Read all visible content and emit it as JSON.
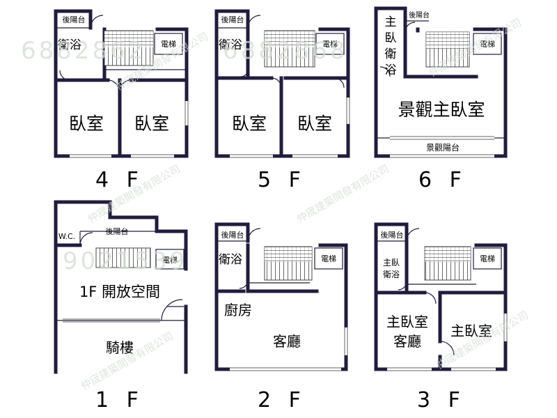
{
  "colors": {
    "wall": "#221c3c",
    "text": "#111111",
    "watermark": "#d3dcd3"
  },
  "watermark": {
    "company": "仲宬建築開發有限公司",
    "numbers": [
      "6882862",
      "6882868",
      "9021539"
    ]
  },
  "floors": {
    "f4": {
      "label": "4 F",
      "rooms": {
        "back_balcony": "後陽台",
        "bath": "衛浴",
        "elevator": "電梯",
        "bedroom_left": "臥室",
        "bedroom_right": "臥室"
      }
    },
    "f5": {
      "label": "5 F",
      "rooms": {
        "back_balcony": "後陽台",
        "bath": "衛浴",
        "elevator": "電梯",
        "bedroom_left": "臥室",
        "bedroom_right": "臥室"
      }
    },
    "f6": {
      "label": "6 F",
      "rooms": {
        "master_bath": "主臥衛浴",
        "back_balcony": "後陽台",
        "elevator": "電梯",
        "master_bedroom": "景觀主臥室",
        "view_balcony": "景觀陽台"
      }
    },
    "f1": {
      "label": "1 F",
      "rooms": {
        "wc": "W.C.",
        "back_balcony": "後陽台",
        "elevator": "電梯",
        "open_space": "1F 開放空間",
        "arcade": "騎樓"
      }
    },
    "f2": {
      "label": "2 F",
      "rooms": {
        "back_balcony": "後陽台",
        "bath": "衛浴",
        "elevator": "電梯",
        "kitchen": "廚房",
        "living_room": "客廳"
      }
    },
    "f3": {
      "label": "3 F",
      "rooms": {
        "back_balcony": "後陽台",
        "master_bath": "主臥衛浴",
        "elevator": "電梯",
        "master_living_line1": "主臥室",
        "master_living_line2": "客廳",
        "master_bedroom": "主臥室"
      }
    }
  }
}
